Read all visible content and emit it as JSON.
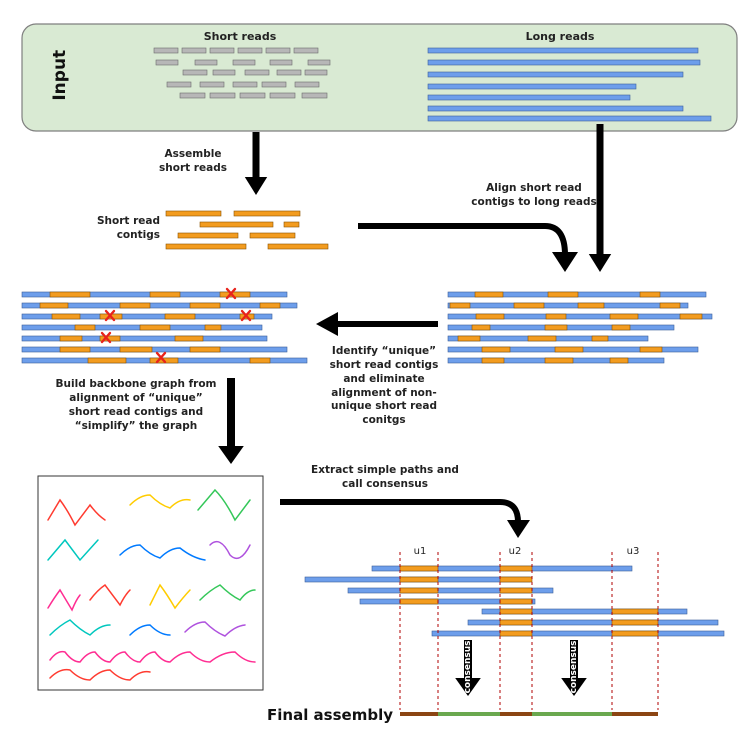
{
  "input": {
    "title": "Input",
    "short_reads_label": "Short reads",
    "long_reads_label": "Long reads"
  },
  "steps": {
    "assemble": "Assemble short reads",
    "contigs": "Short read contigs",
    "align": "Align short read contigs to long reads",
    "identify": "Identify “unique” short read contigs and eliminate alignment of non-unique short read conitgs",
    "backbone": "Build backbone graph from alignment of “unique” short read contigs and “simplify” the graph",
    "extract": "Extract simple paths and call consensus"
  },
  "units": [
    "u1",
    "u2",
    "u3"
  ],
  "consensus_label": "consensus",
  "final_label": "Final assembly",
  "colors": {
    "input_bg": "#d9ead3",
    "short_read": "#b7b7b7",
    "long_read": "#6d9eeb",
    "contig": "#f39c1f",
    "arrow": "#000000",
    "cross": "#e8231b",
    "unit_line": "#b00000",
    "final_brown": "#8b4513",
    "final_green": "#6aa84f"
  }
}
